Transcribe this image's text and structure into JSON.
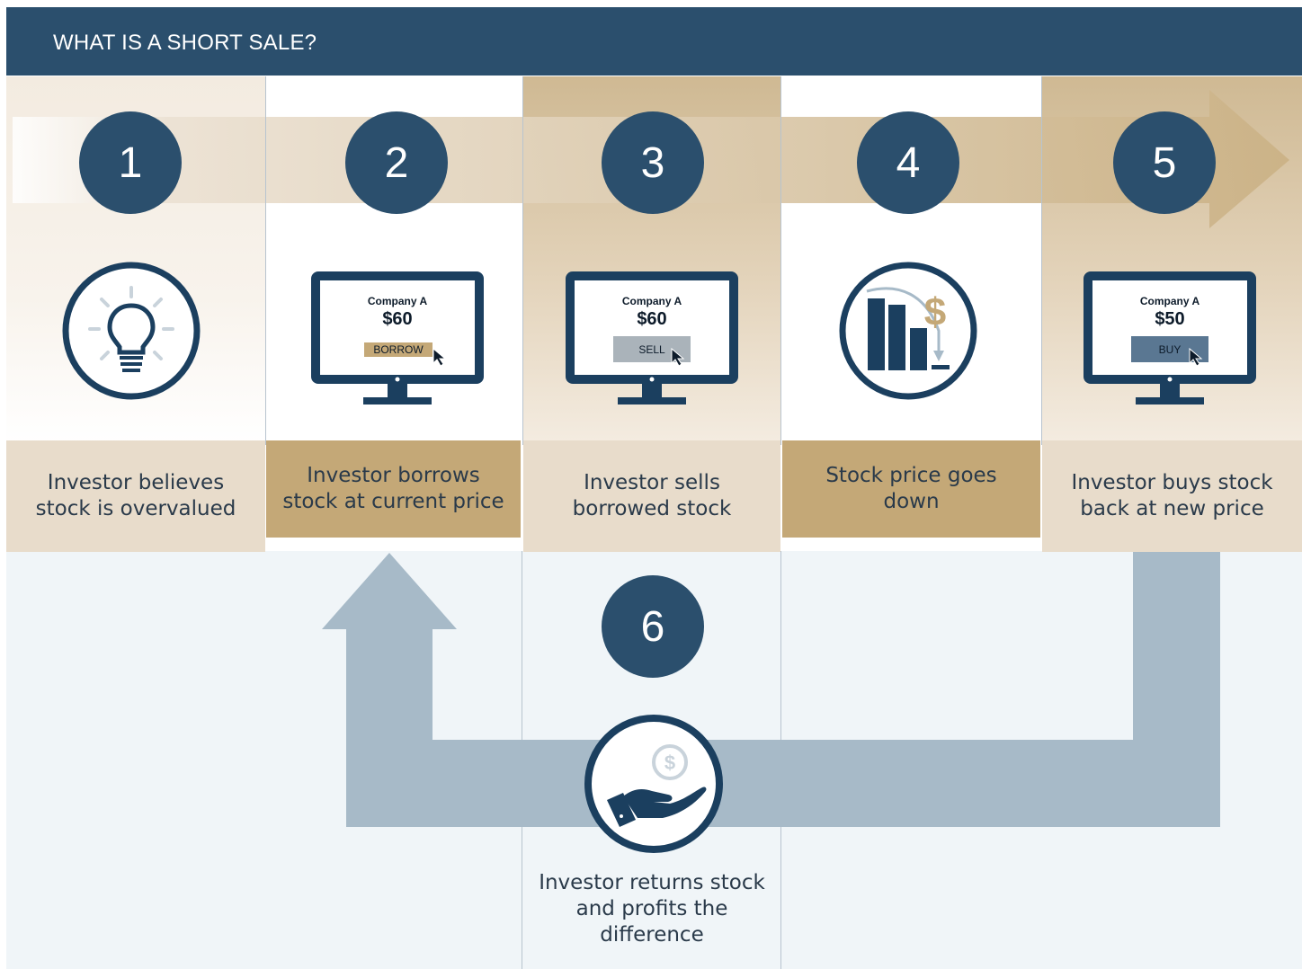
{
  "header": {
    "title": "WHAT IS A SHORT SALE?"
  },
  "steps": [
    {
      "number": "1",
      "caption": "Investor believes stock is overvalued",
      "icon": "lightbulb-icon"
    },
    {
      "number": "2",
      "caption": "Investor borrows stock at current price",
      "icon": "monitor-icon",
      "screen": {
        "company": "Company A",
        "price": "$60",
        "button": "BORROW"
      }
    },
    {
      "number": "3",
      "caption": "Investor sells borrowed stock",
      "icon": "monitor-icon",
      "screen": {
        "company": "Company A",
        "price": "$60",
        "button": "SELL"
      }
    },
    {
      "number": "4",
      "caption": "Stock price goes down",
      "icon": "falling-bar-chart-icon"
    },
    {
      "number": "5",
      "caption": "Investor buys stock back at new price",
      "icon": "monitor-icon",
      "screen": {
        "company": "Company A",
        "price": "$50",
        "button": "BUY"
      }
    },
    {
      "number": "6",
      "caption": "Investor returns stock and profits the difference",
      "icon": "hand-coin-icon"
    }
  ],
  "colors": {
    "navy": "#2b4f6d",
    "gold": "#c4a877",
    "sand": "#e8dccb",
    "steel": "#a7bac8",
    "pale_blue": "#f0f5f8"
  }
}
